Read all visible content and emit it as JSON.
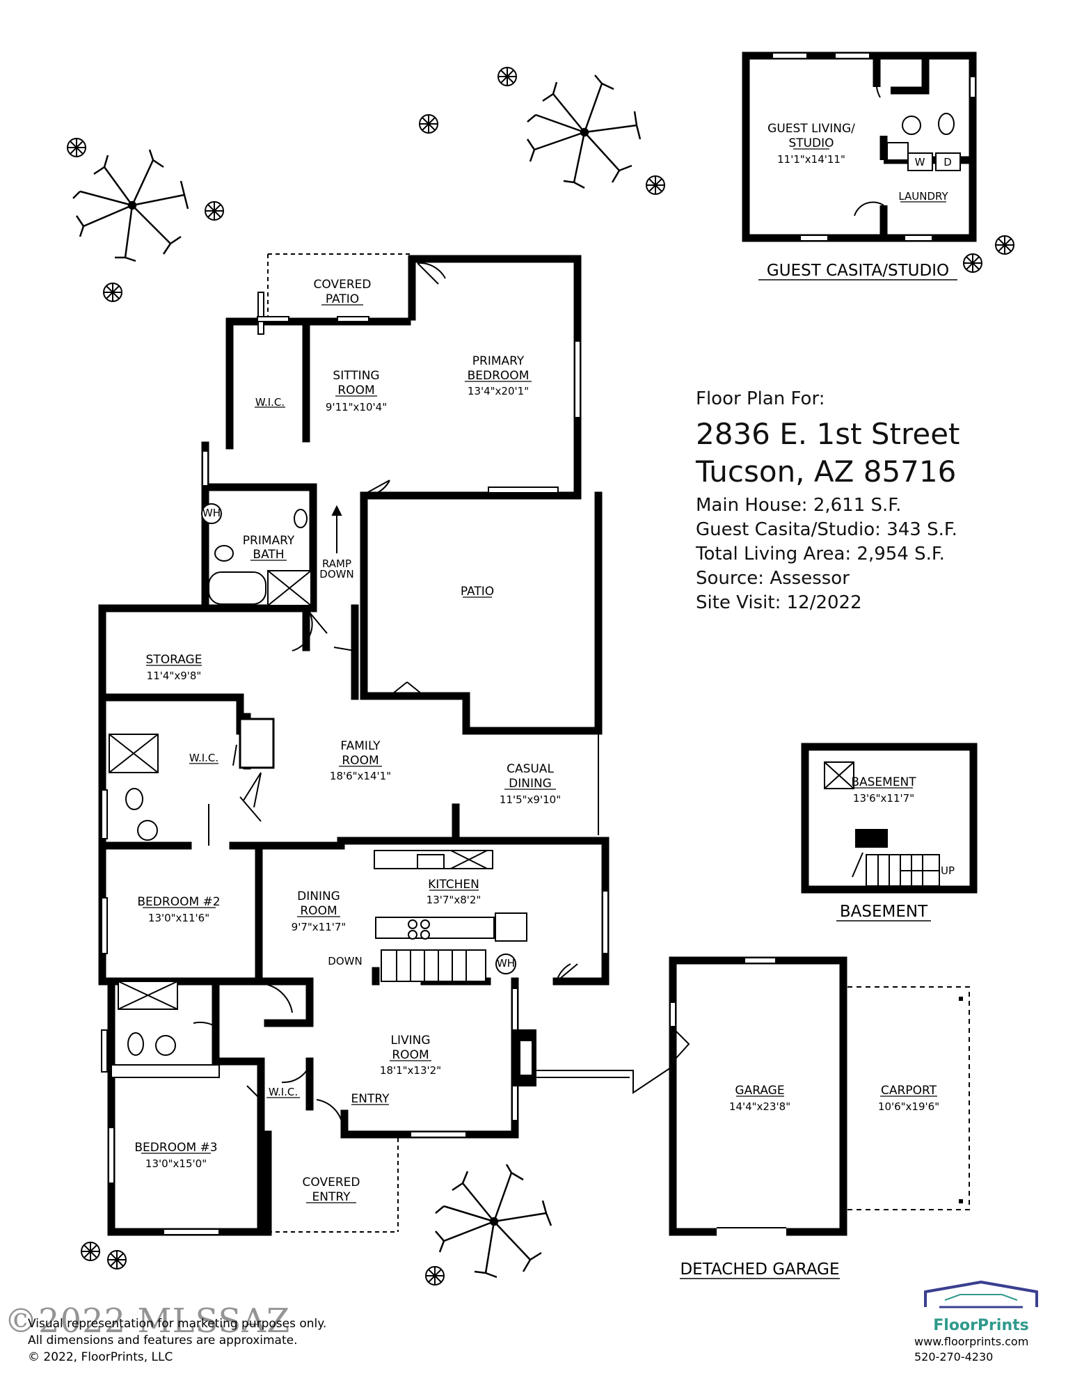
{
  "header": {
    "lead": "Floor Plan For:",
    "street": "2836 E. 1st Street",
    "city": "Tucson, AZ  85716",
    "main_house": "Main House:  2,611 S.F.",
    "casita": "Guest Casita/Studio:  343 S.F.",
    "total": "Total Living Area:  2,954 S.F.",
    "source": "Source:  Assessor",
    "visit": "Site Visit:  12/2022"
  },
  "captions": {
    "casita": "GUEST CASITA/STUDIO",
    "basement": "BASEMENT",
    "garage": "DETACHED GARAGE"
  },
  "rooms": {
    "covered_patio": [
      "COVERED",
      "PATIO"
    ],
    "sitting": [
      "SITTING",
      "ROOM"
    ],
    "sitting_dim": "9'11\"x10'4\"",
    "primary_bed": [
      "PRIMARY",
      "BEDROOM"
    ],
    "primary_bed_dim": "13'4\"x20'1\"",
    "wic": "W.I.C.",
    "wh": "WH",
    "primary_bath": [
      "PRIMARY",
      "BATH"
    ],
    "ramp": [
      "RAMP",
      "DOWN"
    ],
    "patio": "PATIO",
    "storage": "STORAGE",
    "storage_dim": "11'4\"x9'8\"",
    "family": [
      "FAMILY",
      "ROOM"
    ],
    "family_dim": "18'6\"x14'1\"",
    "casual": [
      "CASUAL",
      "DINING"
    ],
    "casual_dim": "11'5\"x9'10\"",
    "kitchen": "KITCHEN",
    "kitchen_dim": "13'7\"x8'2\"",
    "bed2": "BEDROOM #2",
    "bed2_dim": "13'0\"x11'6\"",
    "dining": [
      "DINING",
      "ROOM"
    ],
    "dining_dim": "9'7\"x11'7\"",
    "down": "DOWN",
    "living": [
      "LIVING",
      "ROOM"
    ],
    "living_dim": "18'1\"x13'2\"",
    "entry": "ENTRY",
    "bed3": "BEDROOM #3",
    "bed3_dim": "13'0\"x15'0\"",
    "covered_entry": [
      "COVERED",
      "ENTRY"
    ],
    "garage": "GARAGE",
    "garage_dim": "14'4\"x23'8\"",
    "carport": "CARPORT",
    "carport_dim": "10'6\"x19'6\"",
    "guest": [
      "GUEST LIVING/",
      "STUDIO"
    ],
    "guest_dim": "11'1\"x14'11\"",
    "laundry": "LAUNDRY",
    "washer": "W",
    "dryer": "D",
    "basement": "BASEMENT",
    "basement_dim": "13'6\"x11'7\"",
    "up": "UP"
  },
  "footer": {
    "mls": "©2022 MLSSAZ",
    "note1": "Visual representation for marketing purposes only.",
    "note2": "All dimensions and features are approximate.",
    "note3": "© 2022, FloorPrints, LLC",
    "brand": "FloorPrints",
    "url": "www.floorprints.com",
    "phone": "520-270-4230"
  },
  "colors": {
    "wall": "#000000",
    "brand_green": "#2f9a8c",
    "brand_blue": "#3a3f8f"
  }
}
